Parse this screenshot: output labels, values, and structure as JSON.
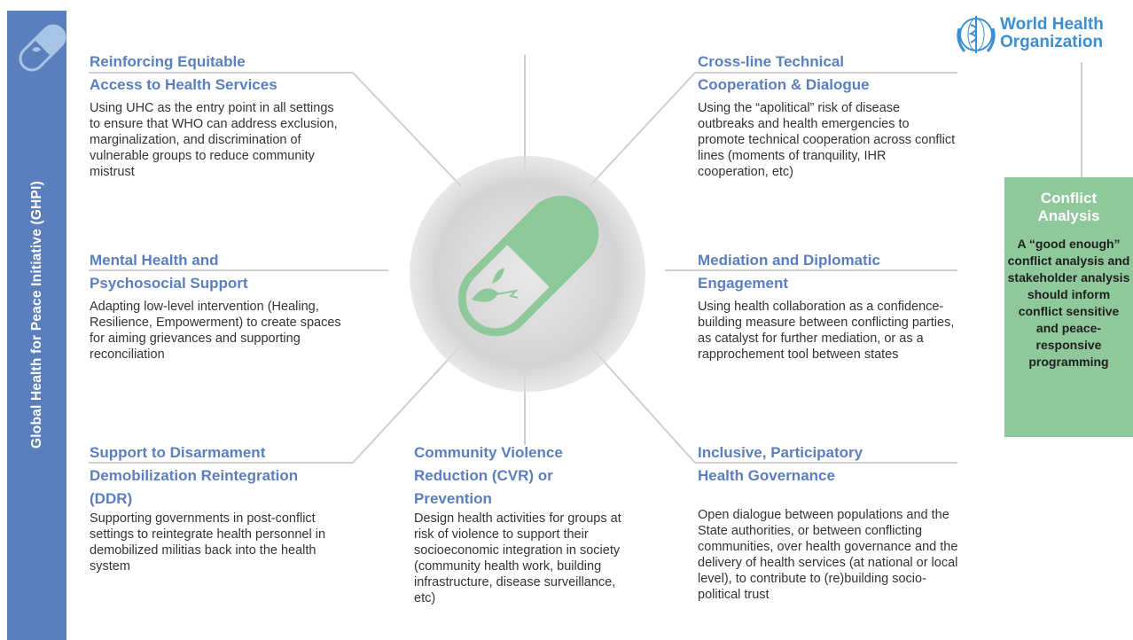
{
  "sidebar": {
    "title": "Global Health for Peace Initiative (GHPI)",
    "accent": "#5b7fbd"
  },
  "logo": {
    "line1": "World Health",
    "line2": "Organization",
    "icon": "who-emblem-icon"
  },
  "sections": {
    "equitable_access": {
      "title_line1": "Reinforcing Equitable",
      "title_line2": "Access to Health Services",
      "body": "Using UHC as the entry point in all settings to ensure that WHO can address exclusion, marginalization, and discrimination of vulnerable groups to reduce community mistrust"
    },
    "cross_line": {
      "title_line1": "Cross-line Technical",
      "title_line2": "Cooperation & Dialogue",
      "body": "Using the “apolitical” risk of disease outbreaks and health emergencies to promote technical cooperation across conflict lines (moments of tranquility, IHR cooperation, etc)"
    },
    "mental_health": {
      "title_line1": "Mental Health and",
      "title_line2": "Psychosocial Support",
      "body": "Adapting low-level intervention (Healing, Resilience, Empowerment) to create spaces for aiming grievances and supporting reconciliation"
    },
    "mediation": {
      "title_line1": "Mediation and Diplomatic",
      "title_line2": "Engagement",
      "body": "Using health collaboration as a confidence-building measure between conflicting parties, as catalyst for further mediation, or as a rapprochement tool between states"
    },
    "ddr": {
      "title_line1": "Support to Disarmament",
      "title_line2": "Demobilization Reintegration",
      "title_line3": "(DDR)",
      "body": "Supporting governments in post-conflict settings to reintegrate health personnel in demobilized militias back into the health system"
    },
    "cvr": {
      "title_line1": "Community Violence",
      "title_line2": "Reduction (CVR) or",
      "title_line3": "Prevention",
      "body": "Design health activities for groups at risk of violence to support their socioeconomic integration in society (community health work, building infrastructure, disease surveillance, etc)"
    },
    "governance": {
      "title_line1": "Inclusive, Participatory",
      "title_line2": "Health Governance",
      "body": "Open dialogue between populations and the State authorities, or between conflicting communities, over health governance and the delivery of health services (at national or local level), to contribute to (re)building socio-political trust"
    }
  },
  "conflict_analysis": {
    "title_line1": "Conflict",
    "title_line2": "Analysis",
    "body": "A “good enough” conflict analysis and stakeholder analysis should inform conflict sensitive and peace-responsive programming",
    "color": "#8fc89a"
  },
  "colors": {
    "heading": "#5b7fbd",
    "pill": "#8fc89a",
    "who_blue": "#3b8fd0"
  }
}
